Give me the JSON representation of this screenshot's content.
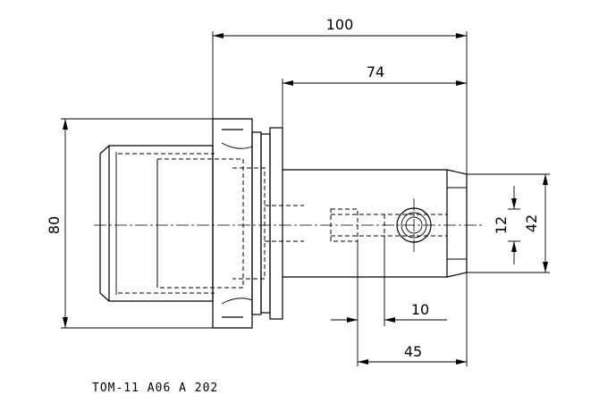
{
  "drawing": {
    "dimensions": {
      "overall_length": "100",
      "shank_length": "74",
      "flange_diameter": "80",
      "bore_diameter": "42",
      "pin_diameter": "12",
      "screw_offset": "10",
      "screw_position": "45"
    },
    "part_number": "TOM-11 A06 A 202"
  }
}
